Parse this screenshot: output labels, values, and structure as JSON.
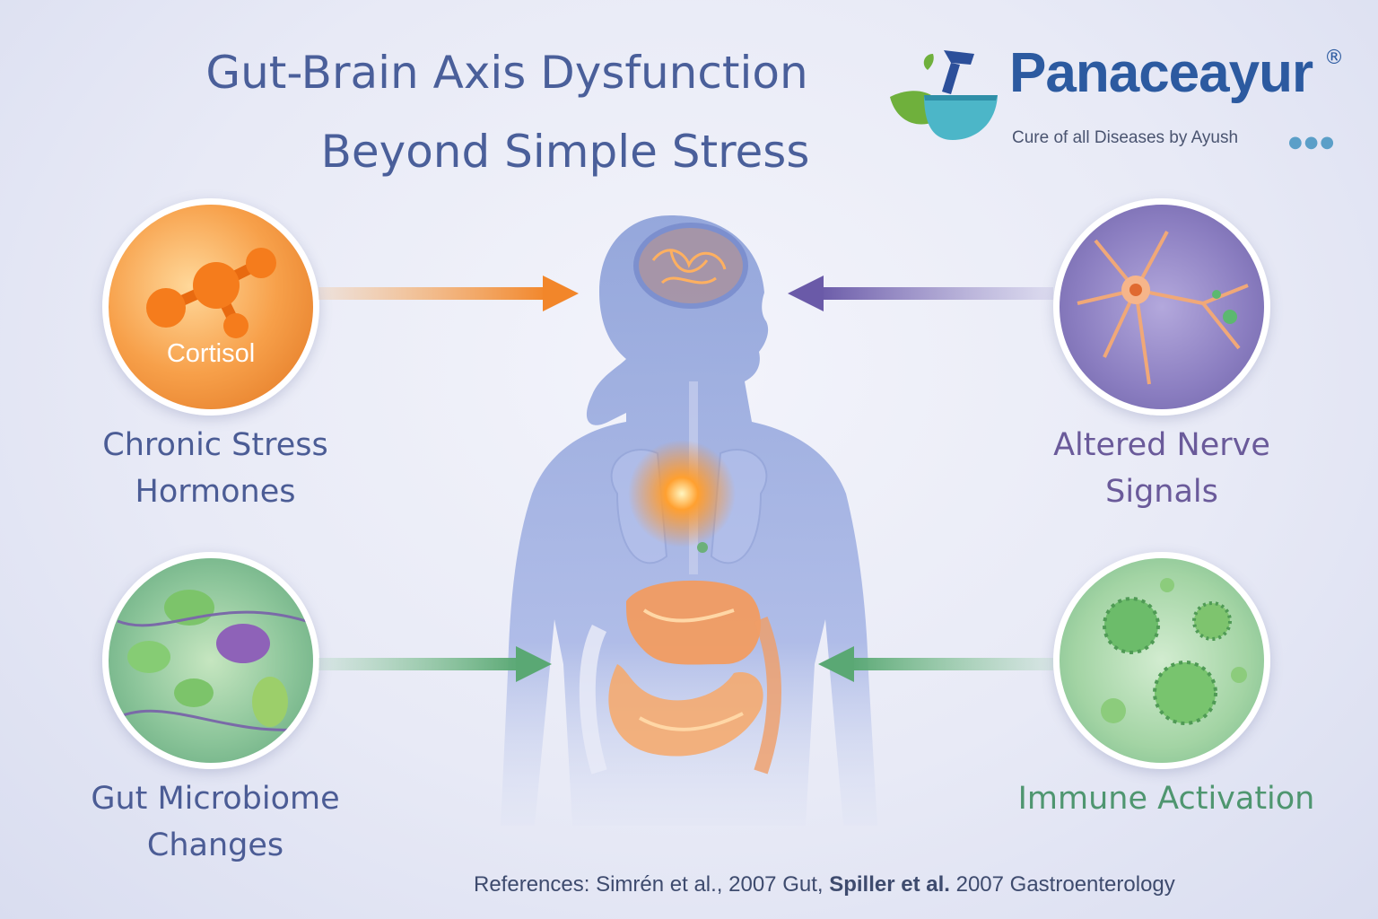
{
  "title": {
    "line1": "Gut-Brain Axis Dysfunction",
    "line2": "Beyond Simple Stress"
  },
  "logo": {
    "brand": "Panaceayur",
    "registered": "®",
    "tagline": "Cure of all Diseases by Ayush",
    "dots": "●●●",
    "icon": "mortar-pestle-leaf-icon"
  },
  "factors": [
    {
      "id": "stress",
      "label_line1": "Chronic Stress",
      "label_line2": "Hormones",
      "circle_text": "Cortisol",
      "icon": "molecule-icon",
      "color": "#f08a2c"
    },
    {
      "id": "nerve",
      "label_line1": "Altered Nerve",
      "label_line2": "Signals",
      "icon": "neuron-icon",
      "color": "#7a68b0"
    },
    {
      "id": "microbiome",
      "label_line1": "Gut Microbiome",
      "label_line2": "Changes",
      "icon": "bacteria-icon",
      "color": "#6cb07a"
    },
    {
      "id": "immune",
      "label_line1": "Immune Activation",
      "label_line2": "",
      "icon": "virus-icon",
      "color": "#5aa66e"
    }
  ],
  "center": {
    "icon": "human-body-gut-brain-icon"
  },
  "references": {
    "prefix": "References:",
    "ref1": "Simrén et al., 2007 Gut,",
    "ref2_author": "Spiller et al.",
    "ref2_source": "2007 Gastroenterology"
  }
}
